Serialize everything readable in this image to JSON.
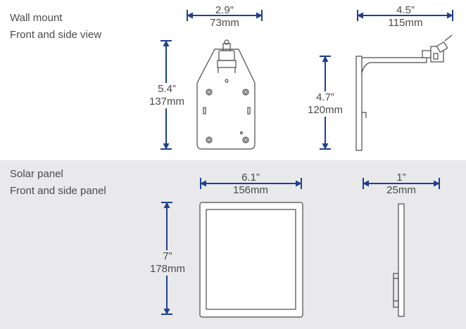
{
  "wall_mount": {
    "caption_line1": "Wall mount",
    "caption_line2": "Front and side view",
    "front_width": {
      "imperial": "2.9″",
      "metric": "73mm"
    },
    "front_height": {
      "imperial": "5.4”",
      "metric": "137mm"
    },
    "side_depth": {
      "imperial": "4.5”",
      "metric": "115mm"
    },
    "side_height": {
      "imperial": "4.7”",
      "metric": "120mm"
    }
  },
  "solar_panel": {
    "caption_line1": "Solar panel",
    "caption_line2": "Front and side panel",
    "front_width": {
      "imperial": "6.1”",
      "metric": "156mm"
    },
    "front_height": {
      "imperial": "7”",
      "metric": "178mm"
    },
    "side_depth": {
      "imperial": "1”",
      "metric": "25mm"
    }
  },
  "colors": {
    "dimension_arrow": "#1f3f8f",
    "line_art": "#4a4a4a",
    "bottom_background": "#e9e9eb"
  }
}
